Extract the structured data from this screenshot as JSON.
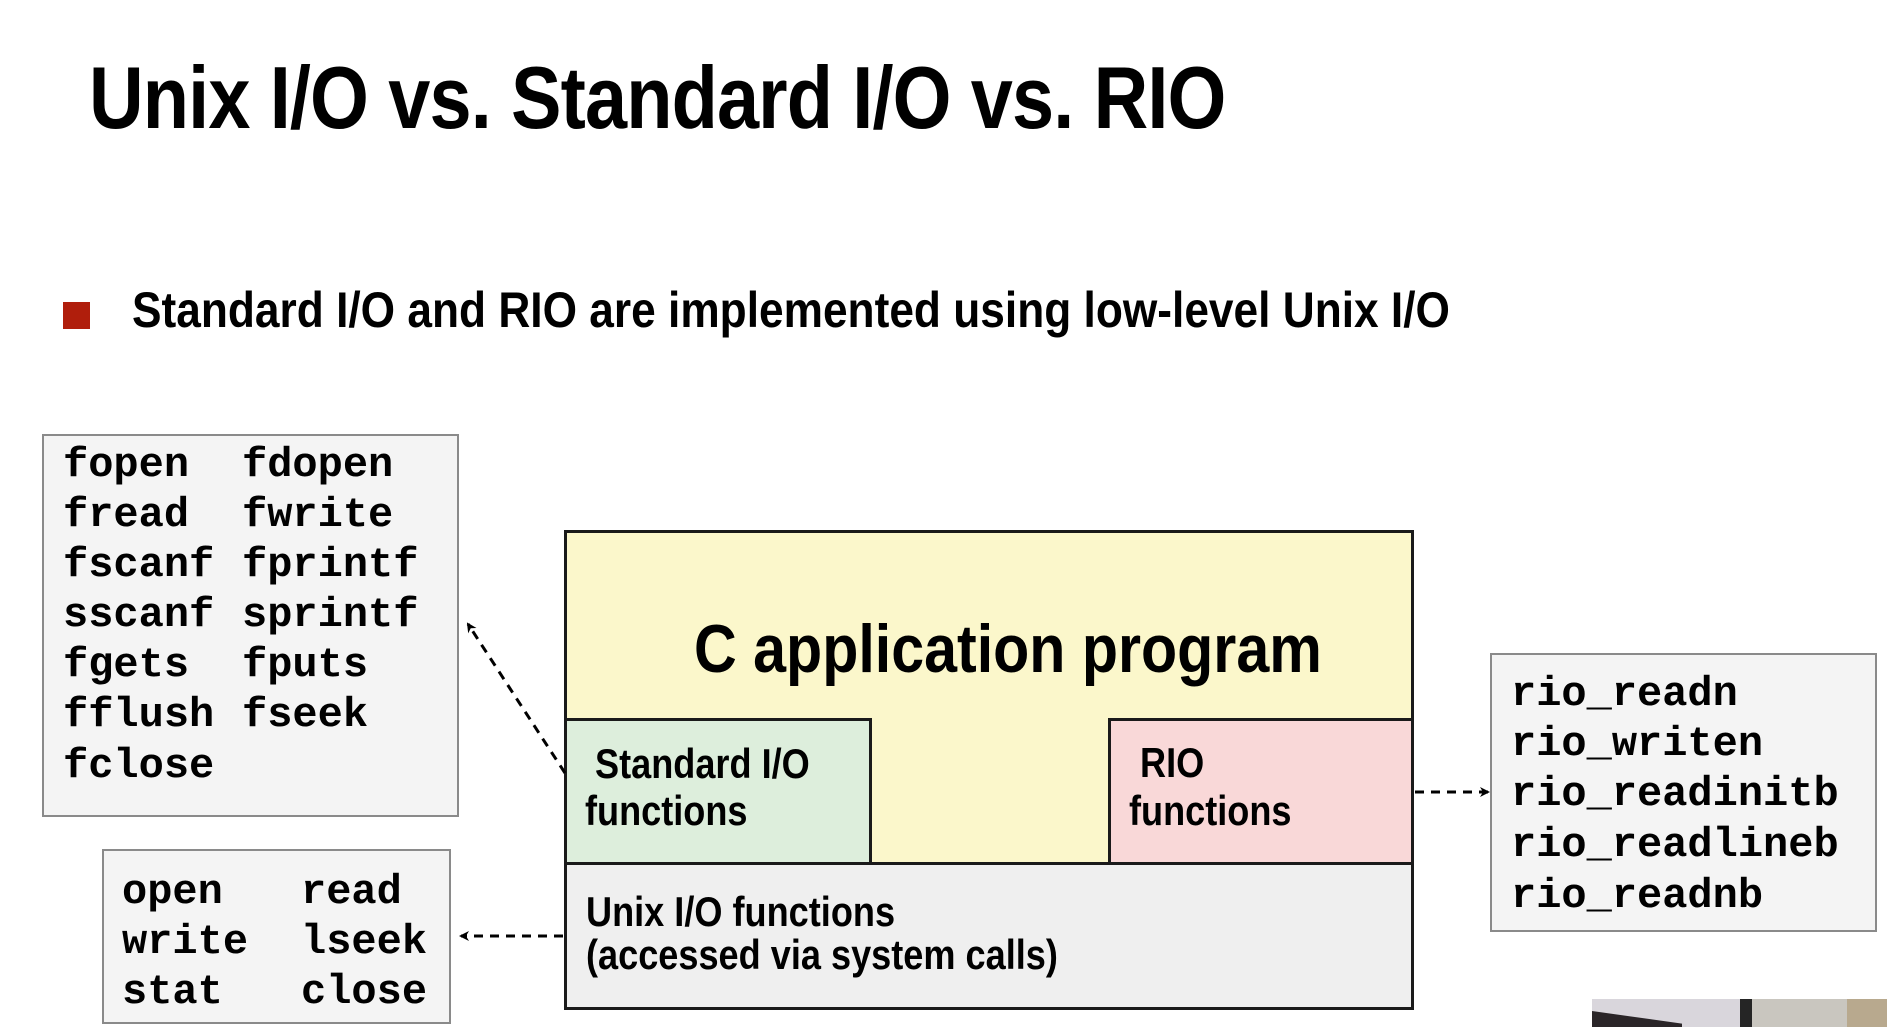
{
  "slide": {
    "title": "Unix I/O vs. Standard I/O vs. RIO",
    "bullet": "Standard I/O and RIO are implemented using low-level Unix I/O",
    "bullet_color": "#b01e0c"
  },
  "stdio_box": {
    "rows": [
      [
        "fopen",
        "fdopen"
      ],
      [
        "fread",
        "fwrite"
      ],
      [
        "fscanf",
        "fprintf"
      ],
      [
        "sscanf",
        "sprintf"
      ],
      [
        "fgets",
        "fputs"
      ],
      [
        "fflush",
        "fseek"
      ],
      [
        "fclose",
        ""
      ]
    ]
  },
  "unix_box": {
    "rows": [
      [
        "open",
        "read"
      ],
      [
        "write",
        "lseek"
      ],
      [
        "stat",
        "close"
      ]
    ]
  },
  "rio_box": {
    "items": [
      "rio_readn",
      "rio_writen",
      "rio_readinitb",
      "rio_readlineb",
      "rio_readnb"
    ]
  },
  "diagram": {
    "app_label": "C application program",
    "stdio_label_line1": "Standard I/O",
    "stdio_label_line2": "functions",
    "rio_label_line1": "RIO",
    "rio_label_line2": "functions",
    "unix_label_line1": "Unix I/O functions",
    "unix_label_line2": "(accessed via system calls)",
    "colors": {
      "app": "#fbf7cb",
      "stdio": "#ddeedc",
      "rio": "#f9d8d8",
      "unix": "#efefef"
    }
  }
}
